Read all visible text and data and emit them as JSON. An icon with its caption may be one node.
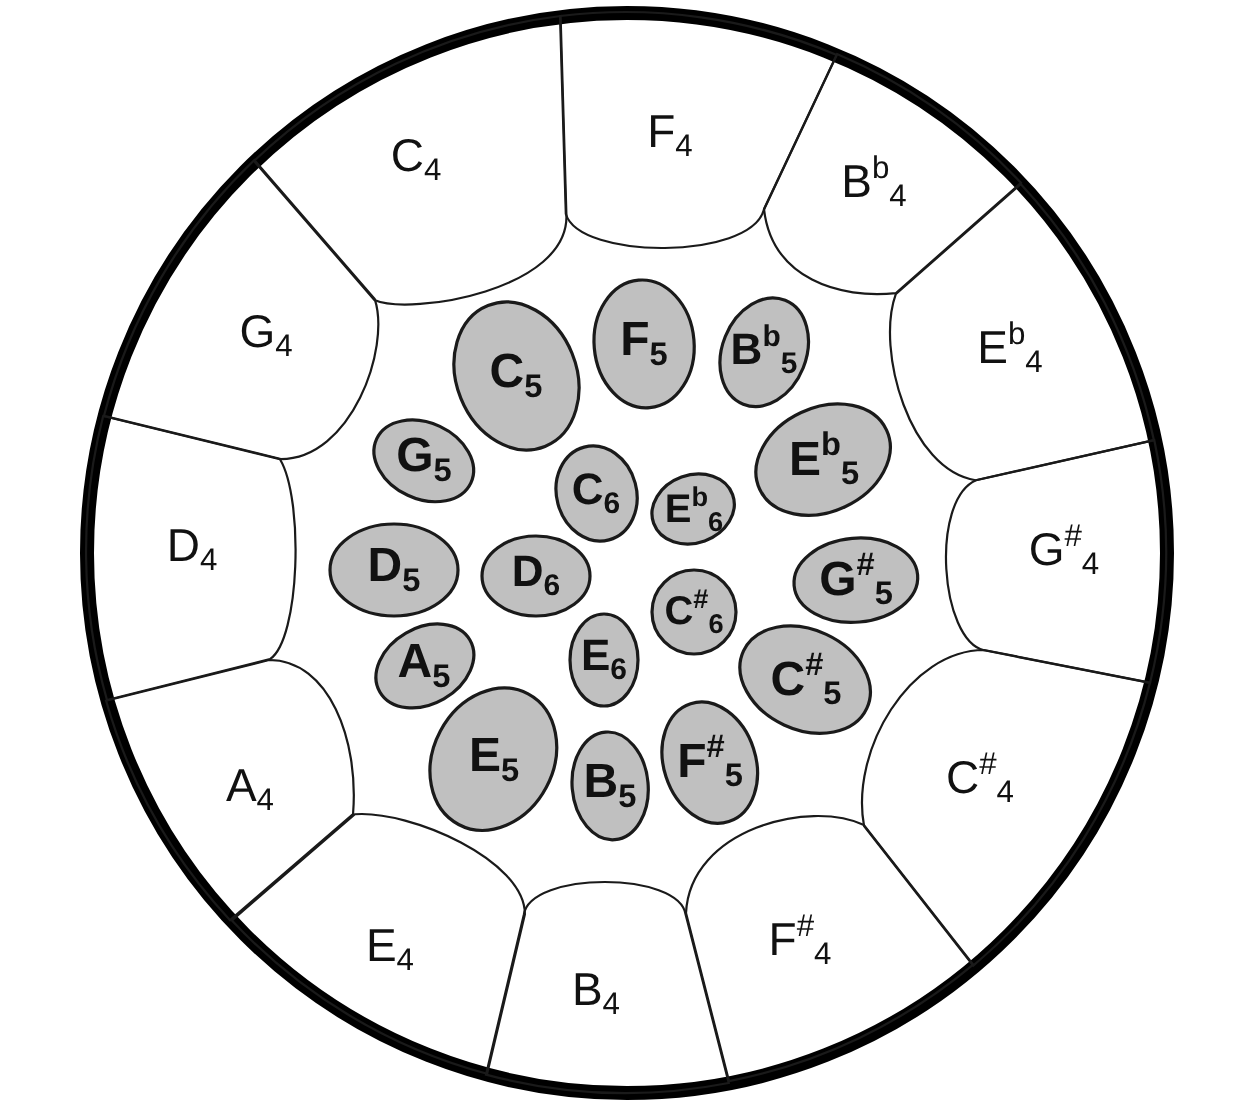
{
  "diagram": {
    "nodes": [
      {
        "text": [],
        "shape": "circle"
      },
      {
        "text": [
          "C$_{4}$"
        ],
        "in": 0
      },
      {
        "text": [
          "F$_{4}$"
        ],
        "in": 0
      },
      {
        "text": [
          "B$^{b}$$_{4}$"
        ],
        "in": 0
      },
      {
        "text": [
          "E$^{b}$$_{4}$"
        ],
        "in": 0
      },
      {
        "text": [
          "G$^{#}$$_{4}$"
        ],
        "in": 0
      },
      {
        "text": [
          "C$^{#}$$_{4}$"
        ],
        "in": 0
      },
      {
        "text": [
          "F$^{#}$$_{4}$"
        ],
        "in": 0
      },
      {
        "text": [
          "B$_{4}$"
        ],
        "in": 0
      },
      {
        "text": [
          "E$_{4}$"
        ],
        "in": 0
      },
      {
        "text": [
          "A$_{4}$"
        ],
        "in": 0
      },
      {
        "text": [
          "D$_{4}$"
        ],
        "in": 0
      },
      {
        "text": [
          "G$_{4}$"
        ],
        "in": 0
      },
      {
        "text": [
          "C$_{5}$"
        ],
        "in": 0
      },
      {
        "text": [
          "F$_{5}$"
        ],
        "in": 0
      },
      {
        "text": [
          "B$^{b}$$_{5}$"
        ],
        "in": 0
      },
      {
        "text": [
          "E$^{b}$$_{5}$"
        ],
        "in": 0
      },
      {
        "text": [
          "G$^{#}$$_{5}$"
        ],
        "in": 0
      },
      {
        "text": [
          "C$^{#}$$_{5}$"
        ],
        "in": 0
      },
      {
        "text": [
          "F$^{#}$$_{5}$"
        ],
        "in": 0
      },
      {
        "text": [
          "B$_{5}$"
        ],
        "in": 0
      },
      {
        "text": [
          "E$_{5}$"
        ],
        "in": 0
      },
      {
        "text": [
          "A$_{5}$"
        ],
        "in": 0
      },
      {
        "text": [
          "D$_{5}$"
        ],
        "in": 0
      },
      {
        "text": [
          "G$_{5}$"
        ],
        "in": 0
      },
      {
        "text": [
          "C$_{6}$"
        ],
        "in": 0
      },
      {
        "text": [
          "E$^{b}$$_{6}$"
        ],
        "in": 0
      },
      {
        "text": [
          "C$^{#}$$_{6}$"
        ],
        "in": 0
      },
      {
        "text": [
          "E$_{6}$"
        ],
        "in": 0
      },
      {
        "text": [
          "D$_{6}$"
        ],
        "in": 0
      }
    ]
  }
}
